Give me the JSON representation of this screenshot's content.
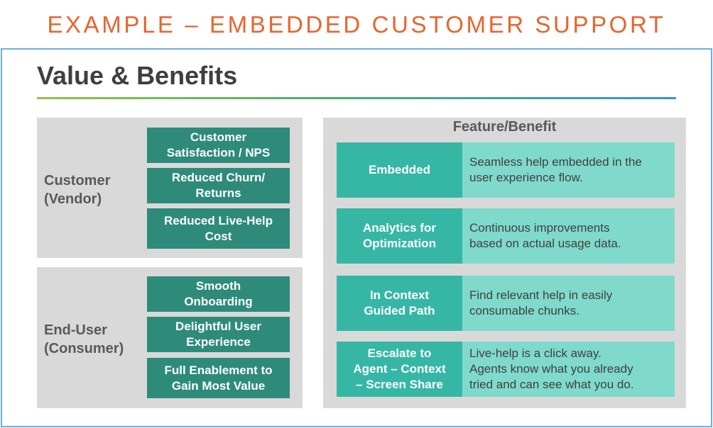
{
  "slide": {
    "top_title": "EXAMPLE – EMBEDDED CUSTOMER SUPPORT",
    "heading": "Value & Benefits"
  },
  "customer_section": {
    "label": "Customer\n(Vendor)",
    "items": [
      "Customer\nSatisfaction / NPS",
      "Reduced Churn/\nReturns",
      "Reduced Live-Help\nCost"
    ]
  },
  "end_user_section": {
    "label": "End-User\n(Consumer)",
    "items": [
      "Smooth\nOnboarding",
      "Delightful User\nExperience",
      "Full Enablement to\nGain Most Value"
    ]
  },
  "feature_benefit": {
    "header": "Feature/Benefit",
    "rows": [
      {
        "feature": "Embedded",
        "benefit": "Seamless help embedded in the\nuser experience flow."
      },
      {
        "feature": "Analytics for\nOptimization",
        "benefit": "Continuous improvements\nbased on actual usage data."
      },
      {
        "feature": "In Context\nGuided Path",
        "benefit": "Find relevant help in easily\nconsumable chunks."
      },
      {
        "feature": "Escalate to\nAgent – Context\n– Screen Share",
        "benefit": "Live-help is a click away.\nAgents know what you already\ntried and can see what you do."
      }
    ]
  },
  "colors": {
    "title_orange": "#e8642c",
    "frame_blue": "#6aaee6",
    "dark_teal": "#2e8b7a",
    "teal": "#36b7a5",
    "light_teal": "#7fdacb",
    "panel_gray": "#d9d9d9"
  }
}
